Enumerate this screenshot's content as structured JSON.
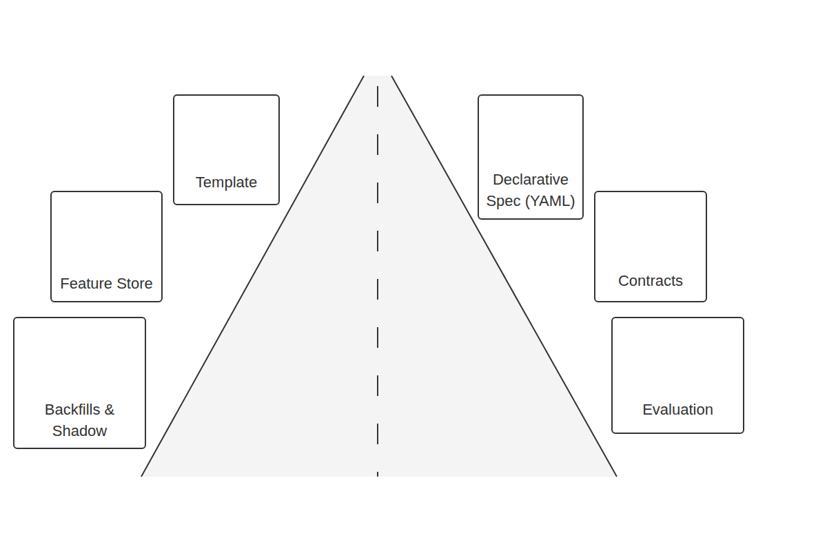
{
  "diagram": {
    "nodes": [
      {
        "text": [
          "Template"
        ]
      },
      {
        "text": [
          "Declarative Spec (YAML)"
        ]
      },
      {
        "text": [
          "Feature Store"
        ]
      },
      {
        "text": [
          "Contracts"
        ]
      },
      {
        "text": [
          "Backfills & Shadow"
        ]
      },
      {
        "text": [
          "Evaluation"
        ]
      }
    ]
  }
}
